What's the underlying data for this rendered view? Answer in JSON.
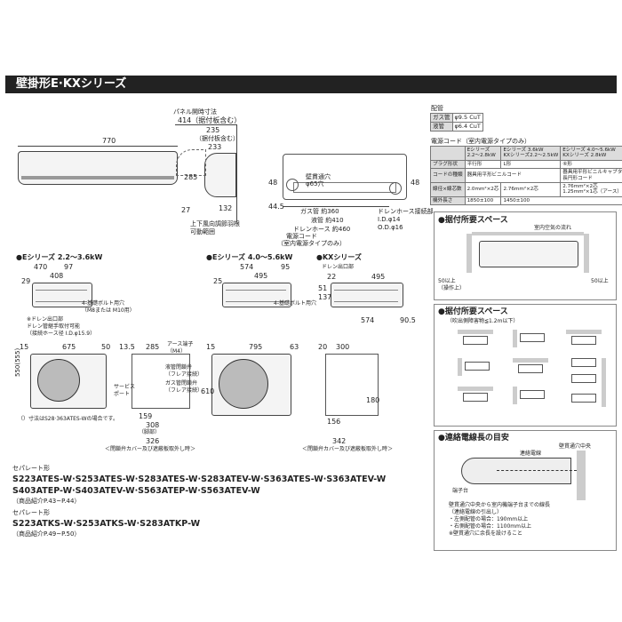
{
  "title": "壁掛形E·KXシリーズ",
  "indoor": {
    "width_770": "770",
    "panel_label": "パネル開時寸法",
    "dim_414": "414（据付板含む）",
    "dim_235": "235",
    "mount_label": "（据付板含む）",
    "dim_233": "233",
    "dim_285": "285",
    "dim_27": "27",
    "dim_132": "132",
    "flap_note_1": "上下風向調節羽根",
    "flap_note_2": "可動範囲",
    "dim_48_left": "48",
    "dim_48_right": "48",
    "dim_44_5": "44.5",
    "wall_hole": "壁貫通穴",
    "wall_hole_d": "φ65穴",
    "gas_pipe": "ガス管 約360",
    "liquid_pipe": "液管 約410",
    "drain_pipe": "ドレンホース 約460",
    "drain_conn": "ドレンホース接続部",
    "drain_id": "I.D.φ14",
    "drain_od": "O.D.φ16",
    "power_cord": "電源コード",
    "power_note": "（室内電源タイプのみ）"
  },
  "pipe_table": {
    "caption": "配管",
    "rows": [
      [
        "ガス管",
        "φ9.5 CuT"
      ],
      [
        "液管",
        "φ6.4 CuT"
      ]
    ]
  },
  "cord_table": {
    "caption": "電源コード（室内電源タイプのみ）",
    "header": [
      "",
      "Eシリーズ\n2.2〜2.8kW",
      "Eシリーズ 3.6kW\nKXシリーズ2.2〜2.5kW",
      "Eシリーズ 4.0〜5.6kW\nKXシリーズ 2.8kW"
    ],
    "rows": [
      [
        "プラグ形状",
        "平行形",
        "L形",
        "⑥形"
      ],
      [
        "コードの種類",
        "器具用平形ビニルコード",
        "",
        "器具用平形ビニルキャブタイヤ\n長円形コード"
      ],
      [
        "線径×線芯数",
        "2.0mm²×2芯",
        "2.76mm²×2芯",
        "2.76mm²×2芯\n1.25mm²×1芯（アース）"
      ],
      [
        "機外長さ",
        "1850±100",
        "1450±100",
        ""
      ]
    ]
  },
  "install_space": {
    "title": "●据付所要スペース",
    "indoor_flow": "室内空気の流れ",
    "d50_1": "50以上",
    "d50_1_note": "（操作上）",
    "d50_2": "50以上",
    "outdoor_title": "●据付所要スペース",
    "outdoor_sub": "（吹出側障害物≦1.2m以下）"
  },
  "wiring": {
    "title": "●連絡電線長の目安",
    "cord_label": "連絡電線",
    "center_label": "壁貫通穴中央",
    "terminal_label": "端子台",
    "note1": "壁貫通穴中央から室内機端子台までの線長",
    "note2": "（連絡電線の引出し）",
    "note3": "・左側配管の場合：190mm以上",
    "note4": "・右側配管の場合：1100mm以上",
    "note5": "※壁貫通穴に余長を設けること"
  },
  "outdoor_small": {
    "e1_title": "●Eシリーズ 2.2〜3.6kW",
    "e1_470": "470",
    "e1_97": "97",
    "e1_408": "408",
    "e1_29": "29",
    "e1_bolt": "4-基礎ボルト用穴",
    "e1_bolt2": "（M8または M10用）",
    "drain_out": "※ドレン出口部",
    "drain_out2": "ドレン管継手取付可能",
    "drain_out3": "（接続ホース径 I.D.φ15.9）",
    "e2_title": "●Eシリーズ 4.0〜5.6kW",
    "e2_574": "574",
    "e2_95": "95",
    "e2_495": "495",
    "e2_25": "25",
    "e2_bolt": "4-基礎ボルト用穴",
    "kx_title": "●KXシリーズ",
    "kx_drain": "ドレン出口部",
    "kx_22": "22",
    "kx_495": "495",
    "kx_574": "574",
    "kx_90_5": "90.5",
    "kx_51": "51",
    "kx_137": "137"
  },
  "outdoor_front": {
    "d15": "15",
    "d675": "675",
    "d50": "50",
    "d550": "550(555)",
    "d13_5": "13.5",
    "d285": "285",
    "earth": "アース端子",
    "earth2": "（M4）",
    "liquid_valve": "液管閉鎖弁",
    "liquid_valve2": "（フレア接続）",
    "gas_valve": "ガス管閉鎖弁",
    "gas_valve2": "（フレア接続）",
    "service": "サービス",
    "service2": "ポート",
    "d159": "159",
    "d308": "308",
    "d326": "326",
    "leg": "（脚部）",
    "note_253": "（）寸法はS28·363ATES-Wの場合です。",
    "cap_note": "＜閉鎖弁カバー及び遮蔽板取外し時＞",
    "d15b": "15",
    "d795": "795",
    "d63": "63",
    "d610": "610",
    "d20": "20",
    "d300": "300",
    "d156": "156",
    "d342": "342",
    "d180": "180",
    "cap_note2": "＜閉鎖弁カバー及び遮蔽板取外し時＞"
  },
  "models": {
    "sep1": "セパレート形",
    "line1": "S223ATES-W·S253ATES-W·S283ATES-W·S283ATEV-W·S363ATES-W·S363ATEV-W",
    "line2": "S403ATEP-W·S403ATEV-W·S563ATEP-W·S563ATEV-W",
    "ref1": "（商品紹介P.43~P.44）",
    "sep2": "セパレート形",
    "line3": "S223ATKS-W·S253ATKS-W·S283ATKP-W",
    "ref2": "（商品紹介P.49~P.50）"
  }
}
